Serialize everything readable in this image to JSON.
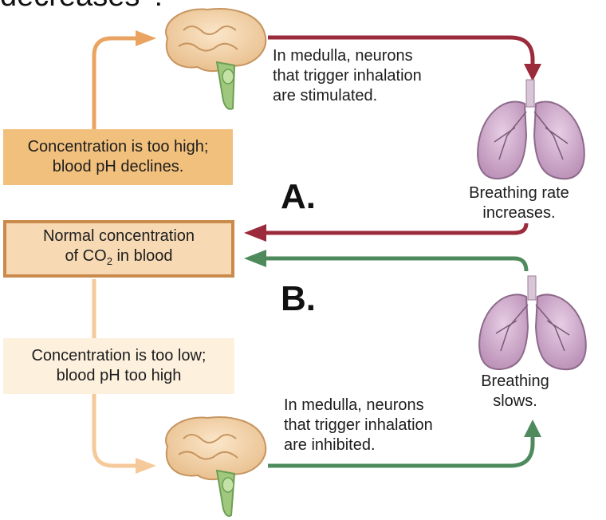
{
  "header_fragment": "decreases\"?",
  "boxes": {
    "too_high": {
      "line1": "Concentration is too high;",
      "line2": "blood pH declines."
    },
    "normal": {
      "line1": "Normal concentration",
      "line2_pre": "of CO",
      "line2_sub": "2",
      "line2_post": " in blood"
    },
    "too_low": {
      "line1": "Concentration is too low;",
      "line2": "blood pH too high"
    }
  },
  "medulla_stimulated": {
    "line1": "In medulla, neurons",
    "line2": "that trigger inhalation",
    "line3": "are stimulated."
  },
  "medulla_inhibited": {
    "line1": "In medulla, neurons",
    "line2": "that trigger inhalation",
    "line3": "are inhibited."
  },
  "breathing_increases": {
    "line1": "Breathing rate",
    "line2": "increases."
  },
  "breathing_slows": {
    "line1": "Breathing",
    "line2": "slows."
  },
  "labels": {
    "a": "A.",
    "b": "B."
  },
  "colors": {
    "red_arrow": "#9b2a3b",
    "green_arrow": "#4e8a5c",
    "orange_arrow_light": "#f6c99a",
    "orange_arrow_dark": "#eaa462",
    "box_high": "#f2c07d",
    "box_normal": "#f7d9b3",
    "box_low": "#fdf0dd",
    "lung": "#c9a3c6"
  }
}
